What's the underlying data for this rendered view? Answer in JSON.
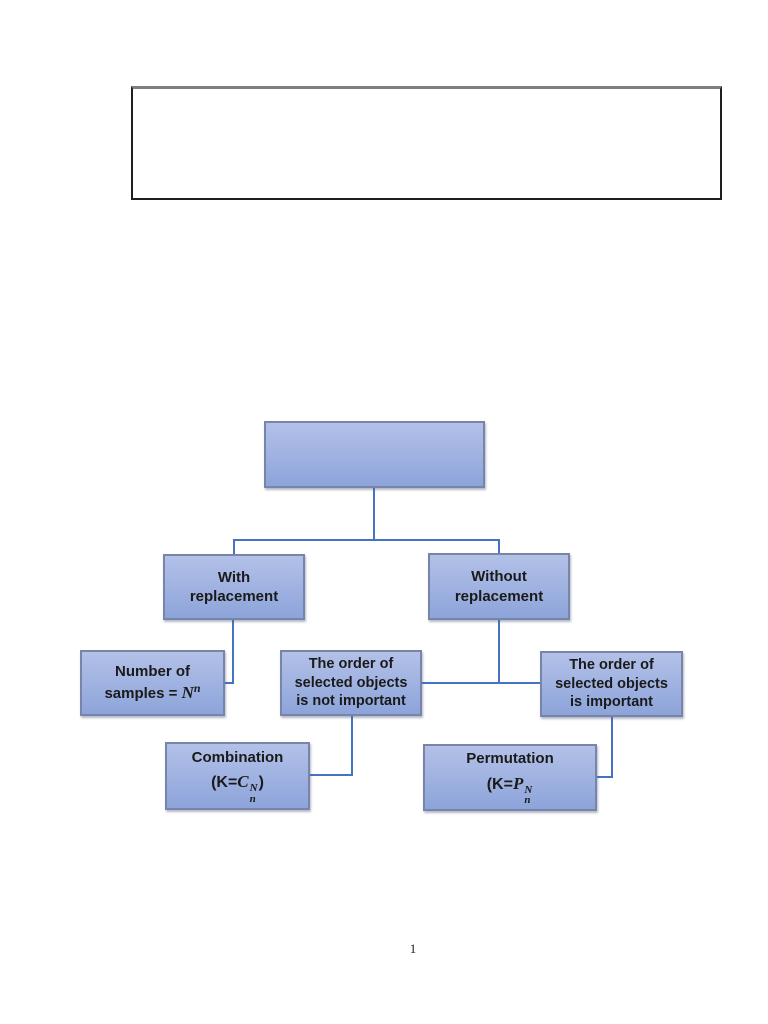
{
  "page": {
    "number": "1"
  },
  "header_box": {
    "content": ""
  },
  "flowchart": {
    "root": {
      "label": ""
    },
    "with_replacement": {
      "line1": "With",
      "line2": "replacement"
    },
    "without_replacement": {
      "line1": "Without",
      "line2": "replacement"
    },
    "number_of_samples": {
      "line1": "Number of",
      "line2_prefix": "samples = ",
      "var": "N",
      "sup": "n"
    },
    "order_not_important": {
      "line1": "The order of",
      "line2": "selected objects",
      "line3": "is not important"
    },
    "order_important": {
      "line1": "The order of",
      "line2": "selected objects",
      "line3": "is important"
    },
    "combination": {
      "title": "Combination",
      "prefix": "(K=",
      "var": "C",
      "sup": "N",
      "sub": "n",
      "suffix": ")"
    },
    "permutation": {
      "title": "Permutation",
      "prefix": "(K=",
      "var": "P",
      "sup": "N",
      "sub": "n",
      "suffix": ""
    }
  },
  "colors": {
    "box_fill_top": "#b3c1e8",
    "box_fill_bottom": "#8da4da",
    "box_border": "#7885a8",
    "connector": "#4472c4",
    "header_border": "#1f1f1f",
    "header_top_border": "#7f7f7f",
    "text": "#1a1a1a",
    "page_bg": "#ffffff"
  }
}
